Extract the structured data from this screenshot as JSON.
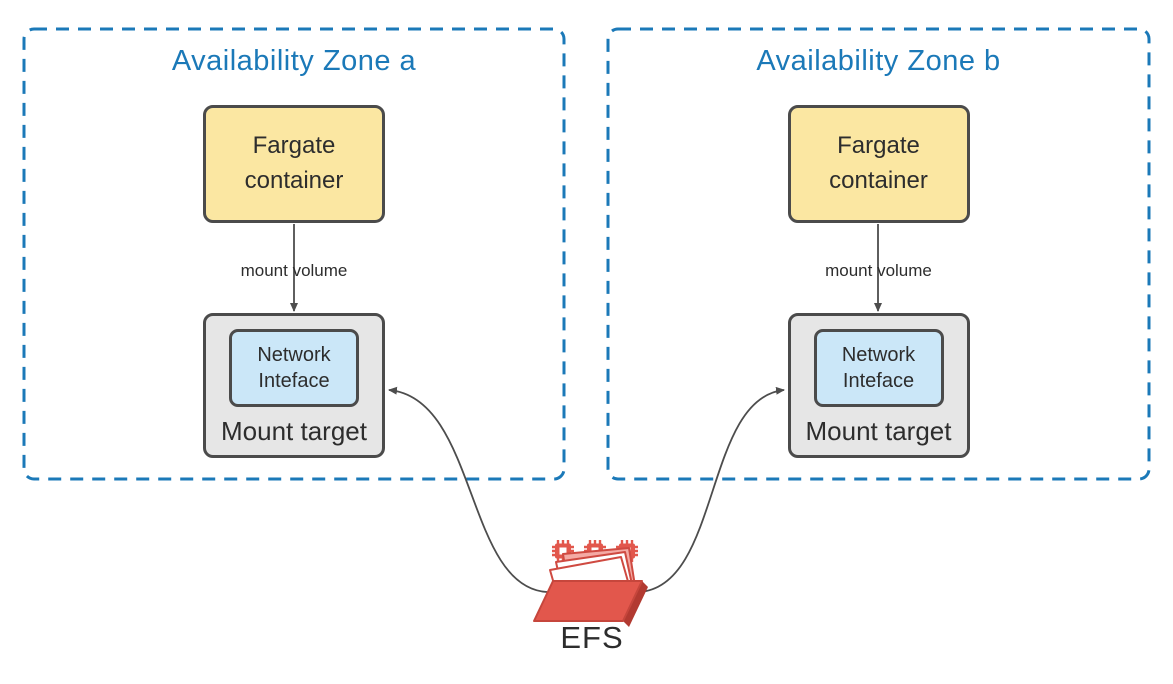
{
  "diagram": {
    "zones": [
      {
        "title": "Availability Zone a",
        "fargate_label": "Fargate container",
        "mount_volume_label": "mount volume",
        "network_interface_label": "Network Inteface",
        "mount_target_label": "Mount target"
      },
      {
        "title": "Availability Zone b",
        "fargate_label": "Fargate container",
        "mount_volume_label": "mount volume",
        "network_interface_label": "Network Inteface",
        "mount_target_label": "Mount target"
      }
    ],
    "efs": {
      "label": "EFS",
      "icon": "efs-folder-with-chips-icon"
    },
    "edges": [
      {
        "from": "fargate-container-a",
        "to": "mount-target-a",
        "label": "mount volume"
      },
      {
        "from": "fargate-container-b",
        "to": "mount-target-b",
        "label": "mount volume"
      },
      {
        "from": "efs",
        "to": "mount-target-a",
        "label": ""
      },
      {
        "from": "efs",
        "to": "mount-target-b",
        "label": ""
      }
    ],
    "colors": {
      "zone_border": "#1b79b8",
      "zone_title": "#1b79b8",
      "fargate_fill": "#fbe7a2",
      "mount_target_fill": "#e6e6e6",
      "network_interface_fill": "#cbe7f8",
      "box_border": "#4b4b4b",
      "arrow": "#4d4d4d",
      "efs_red": "#e2574c",
      "text": "#2d2d2d"
    }
  }
}
